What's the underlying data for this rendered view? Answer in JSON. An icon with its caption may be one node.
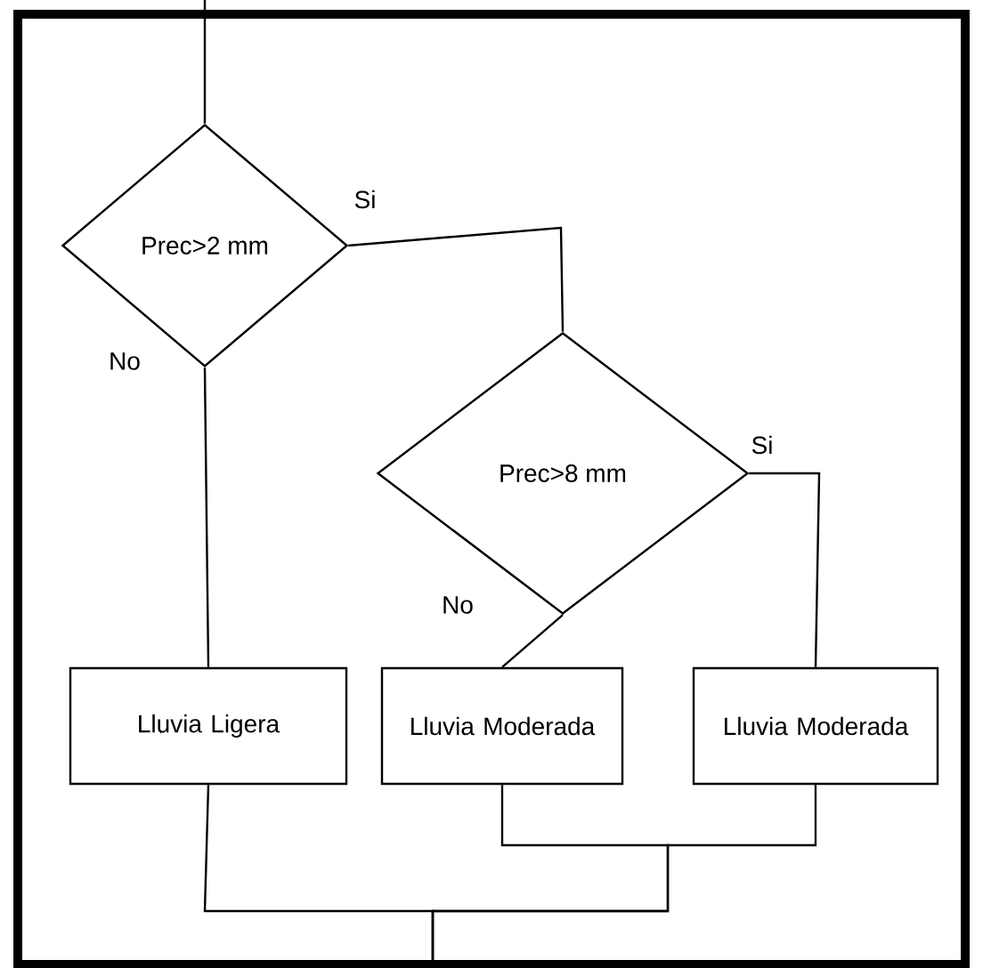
{
  "diagram": {
    "nodes": [
      {
        "text": [
          "Prec>2 mm"
        ]
      },
      {
        "text": [
          "Lluvia Ligera"
        ]
      },
      {
        "text": [
          "Prec>8 mm"
        ]
      },
      {
        "text": [
          "Lluvia Moderada"
        ]
      },
      {
        "text": [
          "Lluvia Moderada"
        ]
      }
    ],
    "edges": [
      {
        "from": null,
        "to": 0,
        "arrow": "none"
      },
      {
        "from": 0,
        "to": 2,
        "arrow": "none",
        "label": "Si"
      },
      {
        "from": 0,
        "to": 1,
        "arrow": "none",
        "label": "No"
      },
      {
        "from": 2,
        "to": 4,
        "arrow": "none",
        "label": "Si"
      },
      {
        "from": 2,
        "to": 3,
        "arrow": "none",
        "label": "No"
      },
      {
        "from": 1,
        "to": null,
        "arrow": "none"
      },
      {
        "from": 3,
        "to": null,
        "arrow": "none"
      },
      {
        "from": 4,
        "to": null,
        "arrow": "none"
      }
    ]
  }
}
